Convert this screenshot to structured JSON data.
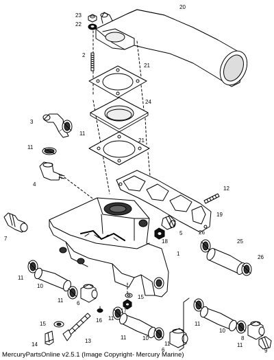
{
  "footer": {
    "text": "MercuryPartsOnline v2.5.1 (Image Copyright- Mercury Marine)"
  },
  "callouts": [
    {
      "id": "c23",
      "label": "23"
    },
    {
      "id": "c22",
      "label": "22"
    },
    {
      "id": "c20",
      "label": "20"
    },
    {
      "id": "c2",
      "label": "2"
    },
    {
      "id": "c21a",
      "label": "21"
    },
    {
      "id": "c24",
      "label": "24"
    },
    {
      "id": "c21b",
      "label": "21"
    },
    {
      "id": "c3",
      "label": "3"
    },
    {
      "id": "c11a",
      "label": "11"
    },
    {
      "id": "c11b",
      "label": "11"
    },
    {
      "id": "c4",
      "label": "4"
    },
    {
      "id": "c12",
      "label": "12"
    },
    {
      "id": "c19",
      "label": "19"
    },
    {
      "id": "c7",
      "label": "7"
    },
    {
      "id": "c5",
      "label": "5"
    },
    {
      "id": "c18",
      "label": "18"
    },
    {
      "id": "c26a",
      "label": "26"
    },
    {
      "id": "c25",
      "label": "25"
    },
    {
      "id": "c26b",
      "label": "26"
    },
    {
      "id": "c1",
      "label": "1"
    },
    {
      "id": "c11c",
      "label": "11"
    },
    {
      "id": "c10a",
      "label": "10"
    },
    {
      "id": "c11d",
      "label": "11"
    },
    {
      "id": "c6a",
      "label": "6"
    },
    {
      "id": "c15a",
      "label": "15"
    },
    {
      "id": "c17",
      "label": "17"
    },
    {
      "id": "c16",
      "label": "16"
    },
    {
      "id": "c11e",
      "label": "11"
    },
    {
      "id": "c11f",
      "label": "11"
    },
    {
      "id": "c10b",
      "label": "10"
    },
    {
      "id": "c11g",
      "label": "11"
    },
    {
      "id": "c15b",
      "label": "15"
    },
    {
      "id": "c14",
      "label": "14"
    },
    {
      "id": "c13",
      "label": "13"
    },
    {
      "id": "c11h",
      "label": "11"
    },
    {
      "id": "c10c",
      "label": "10"
    },
    {
      "id": "c11i",
      "label": "11"
    },
    {
      "id": "c8",
      "label": "8"
    },
    {
      "id": "c9",
      "label": "9"
    },
    {
      "id": "c6b",
      "label": "6"
    }
  ]
}
